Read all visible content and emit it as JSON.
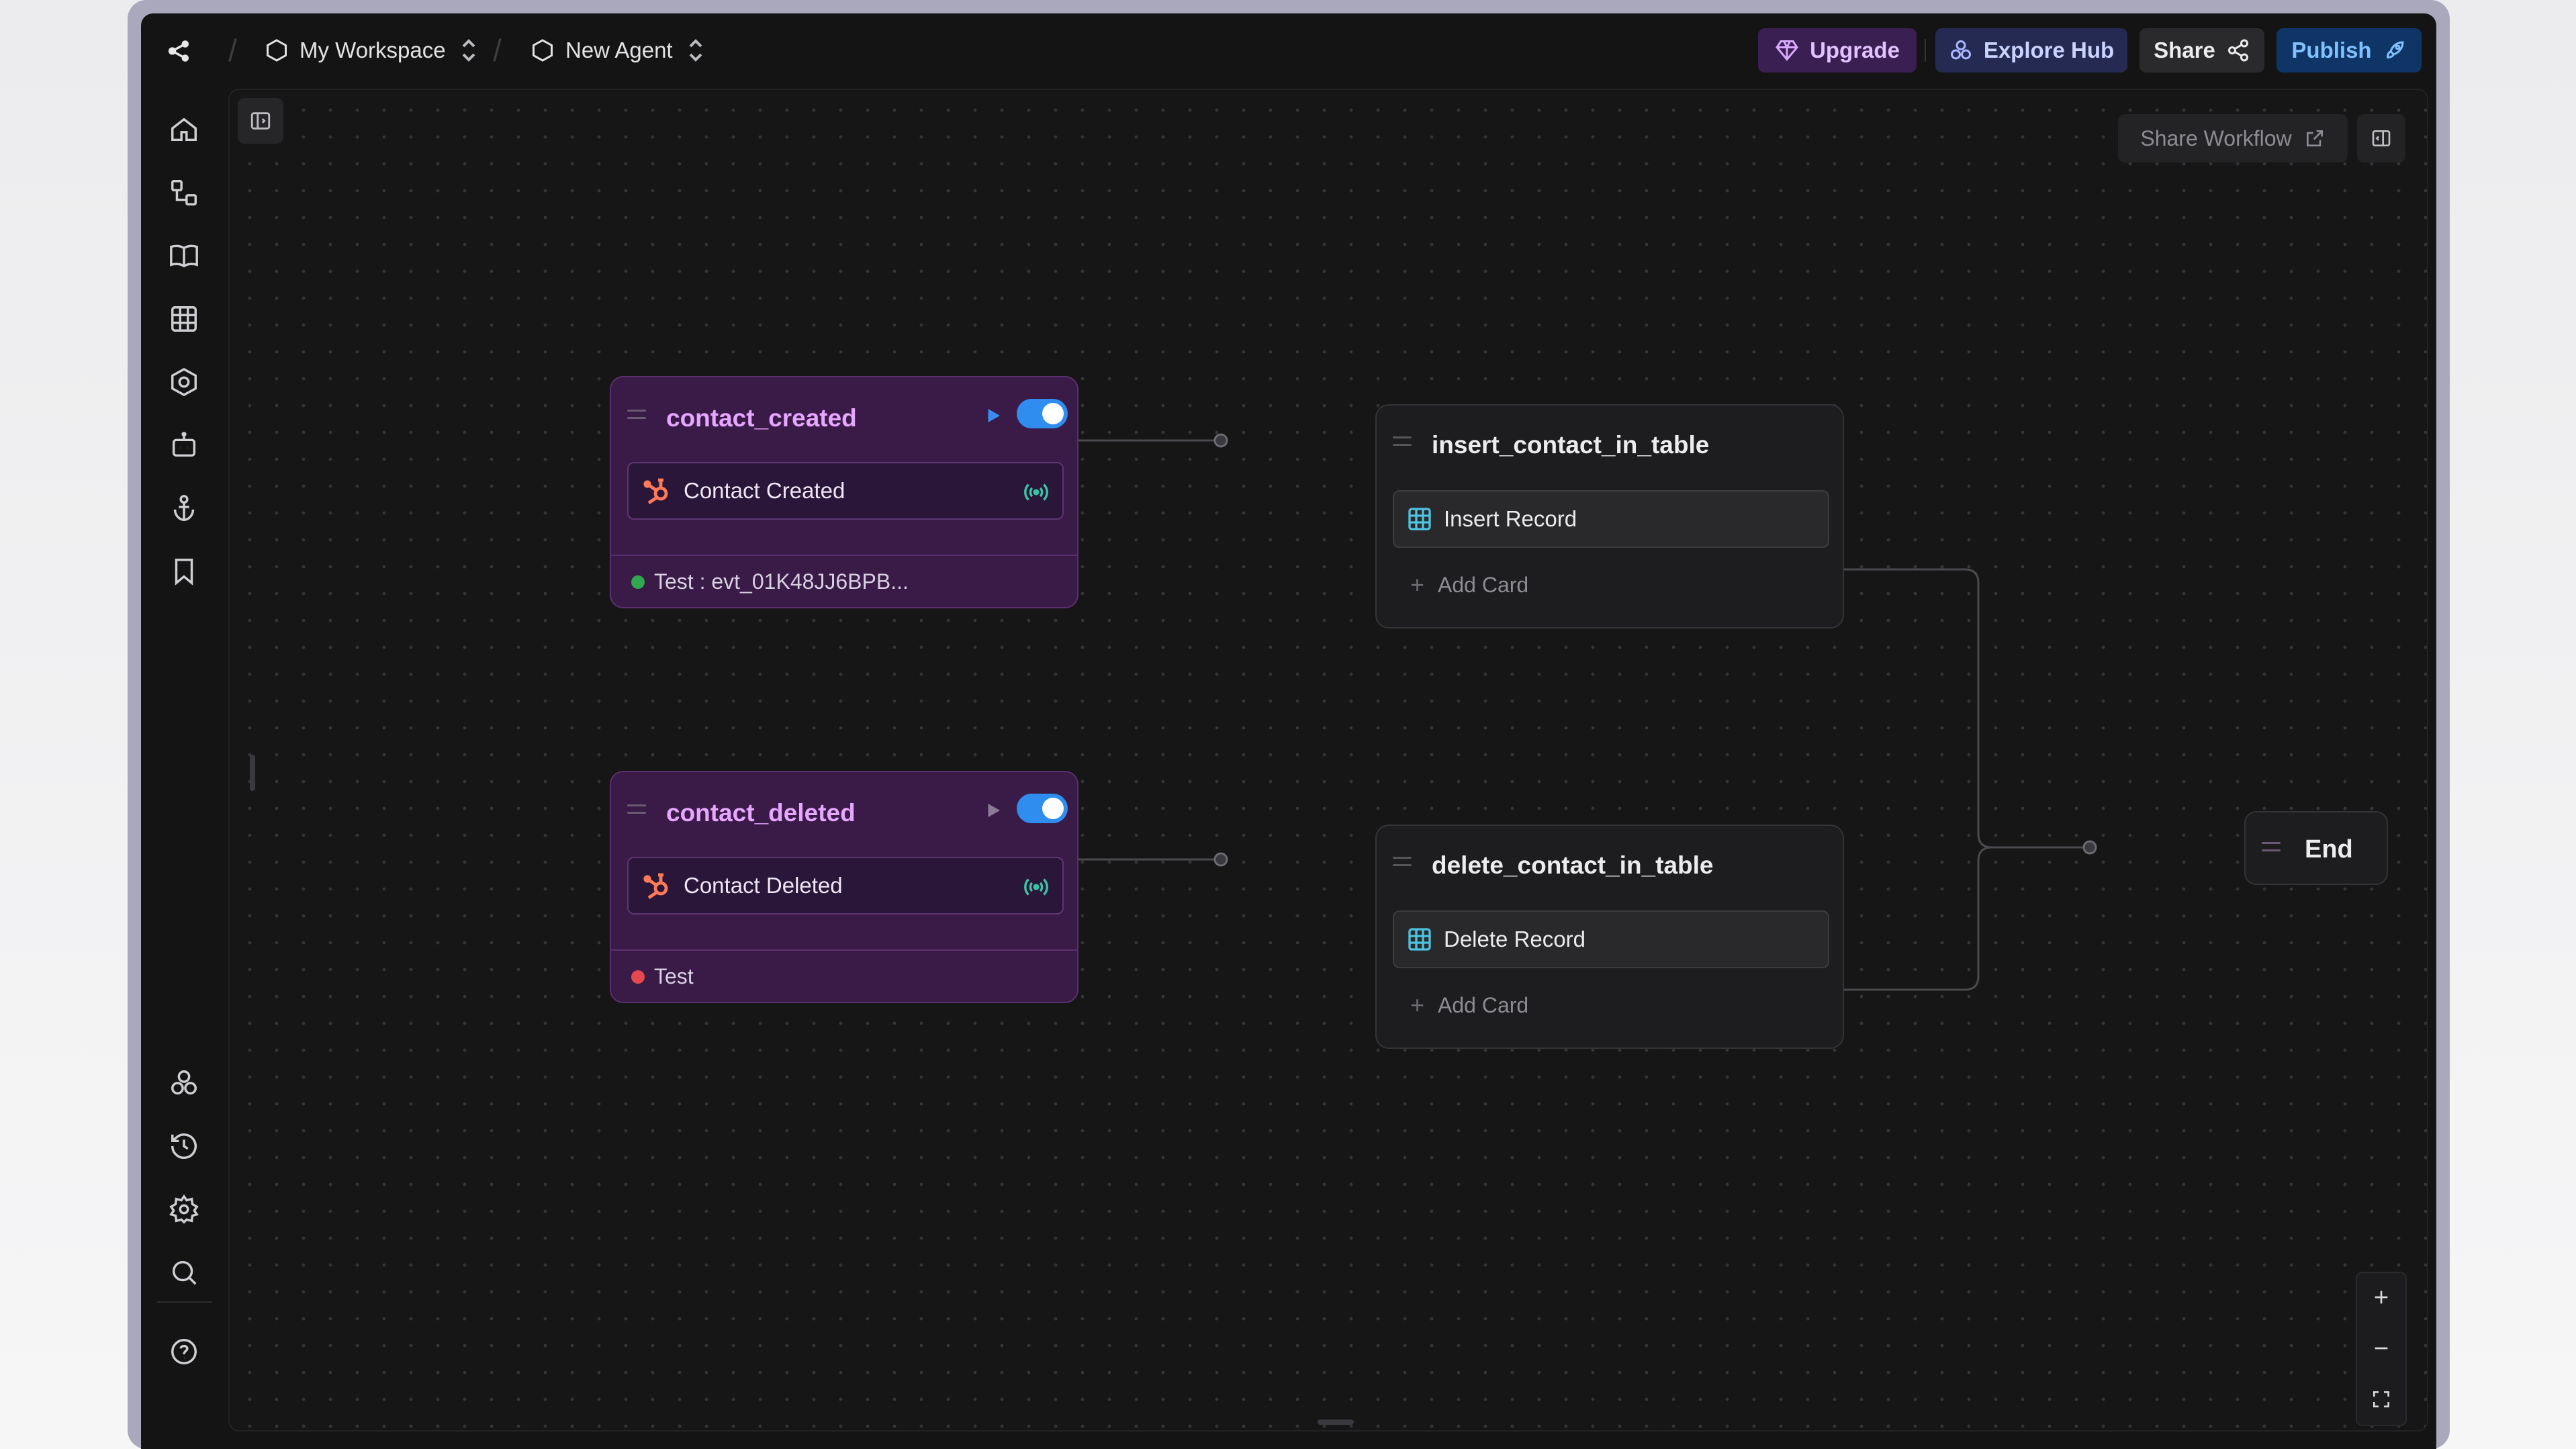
{
  "breadcrumb": {
    "workspace": "My Workspace",
    "agent": "New Agent"
  },
  "toolbar": {
    "upgrade": "Upgrade",
    "explore_hub": "Explore Hub",
    "share": "Share",
    "publish": "Publish"
  },
  "canvas": {
    "share_workflow": "Share Workflow"
  },
  "triggers": [
    {
      "title": "contact_created",
      "card_label": "Contact Created",
      "test_label": "Test : evt_01K48JJ6BPB...",
      "test_status_color": "#2fa84f",
      "enabled": true
    },
    {
      "title": "contact_deleted",
      "card_label": "Contact Deleted",
      "test_label": "Test",
      "test_status_color": "#e5484d",
      "enabled": true
    }
  ],
  "actions": [
    {
      "title": "insert_contact_in_table",
      "card_label": "Insert Record",
      "add_card": "Add Card"
    },
    {
      "title": "delete_contact_in_table",
      "card_label": "Delete Record",
      "add_card": "Add Card"
    }
  ],
  "end_node": {
    "label": "End"
  },
  "colors": {
    "trigger_title": "#e7a6ff",
    "toggle_on": "#2f8df0",
    "hubspot": "#ff7a59",
    "table_icon": "#4ec3e0"
  }
}
